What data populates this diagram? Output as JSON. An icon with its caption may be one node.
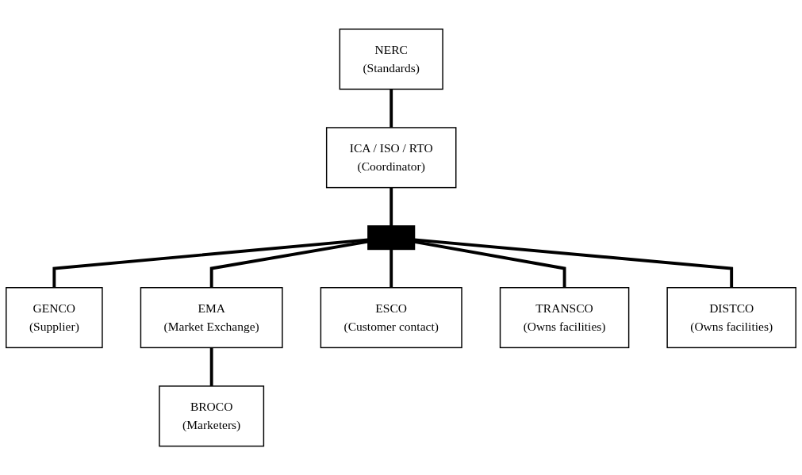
{
  "diagram": {
    "nodes": [
      {
        "text": [
          "NERC",
          "(Standards)"
        ]
      },
      {
        "text": [
          "ICA / ISO / RTO",
          "(Coordinator)"
        ]
      },
      {
        "text": [],
        "shape": "bar"
      },
      {
        "text": [
          "GENCO",
          "(Supplier)"
        ]
      },
      {
        "text": [
          "EMA",
          "(Market Exchange)"
        ]
      },
      {
        "text": [
          "ESCO",
          "(Customer contact)"
        ]
      },
      {
        "text": [
          "TRANSCO",
          "(Owns facilities)"
        ]
      },
      {
        "text": [
          "DISTCO",
          "(Owns facilities)"
        ]
      },
      {
        "text": [
          "BROCO",
          "(Marketers)"
        ]
      }
    ],
    "edges": [
      {
        "from": 0,
        "to": 1,
        "arrow": "none"
      },
      {
        "from": 1,
        "to": 2,
        "arrow": "none"
      },
      {
        "from": 2,
        "to": 3,
        "arrow": "none"
      },
      {
        "from": 2,
        "to": 6,
        "arrow": "none"
      },
      {
        "from": 2,
        "to": 4,
        "arrow": "none"
      },
      {
        "from": 2,
        "to": 7,
        "arrow": "none"
      },
      {
        "from": 2,
        "to": 5,
        "arrow": "none"
      },
      {
        "from": 4,
        "to": 8,
        "arrow": "none"
      }
    ]
  }
}
